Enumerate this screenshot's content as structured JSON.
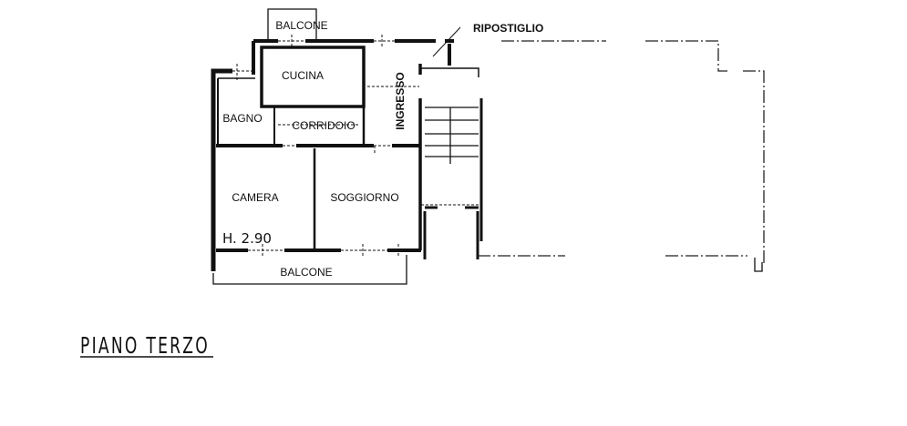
{
  "plan": {
    "title": "PIANO TERZO",
    "height_note": "H. 2.90",
    "rooms": {
      "balcone_top": "BALCONE",
      "ripostiglio": "RIPOSTIGLIO",
      "cucina": "CUCINA",
      "ingresso": "INGRESSO",
      "bagno": "BAGNO",
      "corridoio": "CORRIDOIO",
      "camera": "CAMERA",
      "soggiorno": "SOGGIORNO",
      "balcone_bottom": "BALCONE"
    },
    "colors": {
      "ink": "#111111",
      "background": "#ffffff"
    }
  }
}
